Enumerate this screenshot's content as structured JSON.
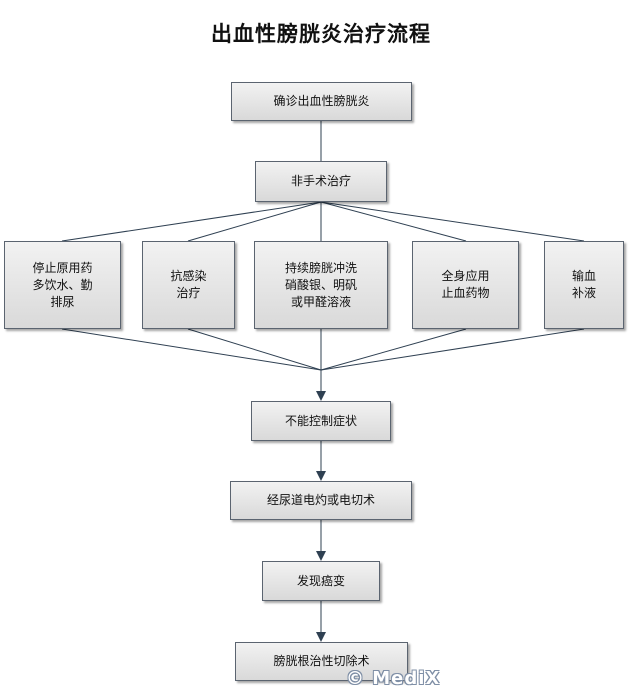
{
  "title": "出血性膀胱炎治疗流程",
  "nodes": {
    "diagnose": "确诊出血性膀胱炎",
    "non_surgical": "非手术治疗",
    "stop_drugs": "停止原用药\n多饮水、勤\n排尿",
    "anti_infection": "抗感染\n治疗",
    "irrigation": "持续膀胱冲洗\n硝酸银、明矾\n或甲醛溶液",
    "hemostatic": "全身应用\n止血药物",
    "transfusion": "输血\n补液",
    "uncontrolled": "不能控制症状",
    "electrocautery": "经尿道电灼或电切术",
    "cancer_found": "发现癌变",
    "cystectomy": "膀胱根治性切除术"
  },
  "watermark": "© MediX",
  "colors": {
    "line": "#2f4052",
    "box_border": "#5b6470"
  }
}
